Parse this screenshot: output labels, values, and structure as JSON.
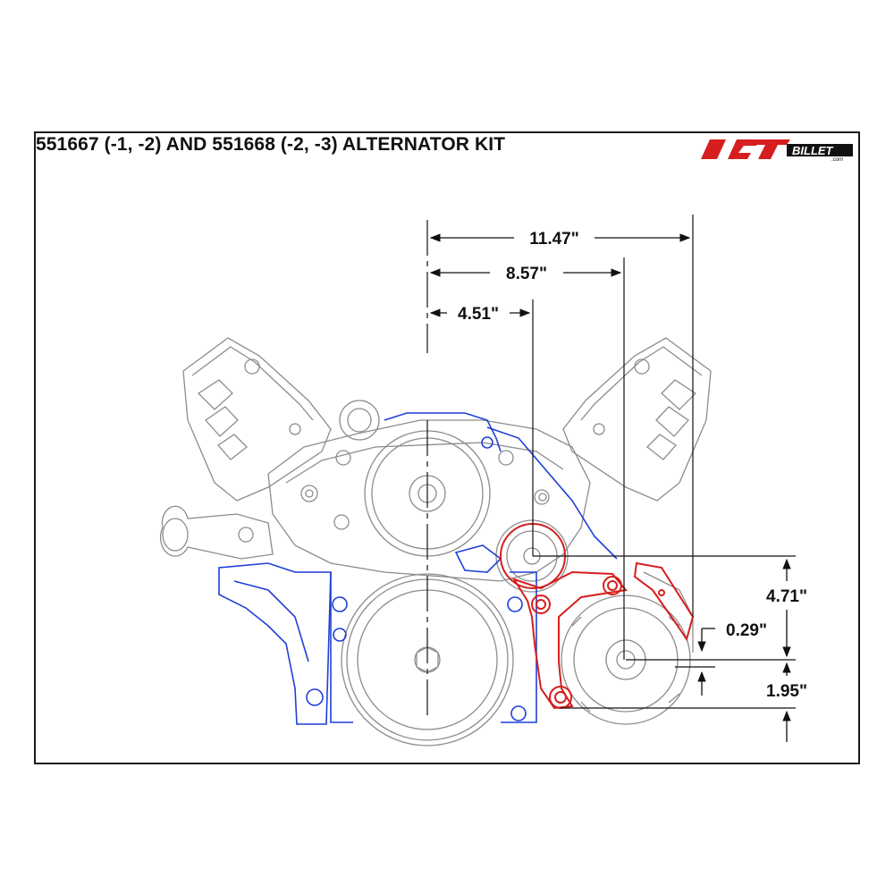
{
  "title": "551667 (-1, -2) AND 551668 (-2, -3) ALTERNATOR KIT",
  "logo": {
    "text": "ICT BILLET",
    "suffix": ".com"
  },
  "dimensions": {
    "horiz_1": "11.47\"",
    "horiz_2": "8.57\"",
    "horiz_3": "4.51\"",
    "vert_1": "4.71\"",
    "vert_2": "0.29\"",
    "vert_3": "1.95\""
  },
  "colors": {
    "engine_gray": "#8c8c8c",
    "block_blue": "#1f3fd6",
    "bracket_red": "#d61e1e",
    "line_black": "#111111"
  }
}
